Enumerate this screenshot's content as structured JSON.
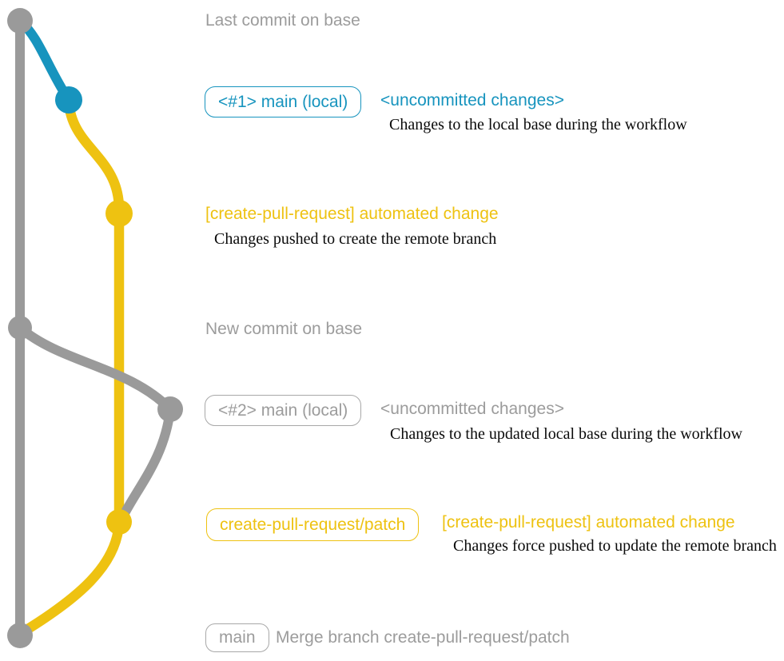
{
  "colors": {
    "base_gray": "#9a9a9a",
    "local_blue": "#1794be",
    "branch_yellow": "#eec211",
    "note_black": "#0a0a0a"
  },
  "rows": {
    "last_commit": {
      "title": "Last commit on base"
    },
    "main1": {
      "label": "<#1> main (local)",
      "status": "<uncommitted changes>",
      "note": "Changes to the local base during the workflow"
    },
    "push1": {
      "message": "[create-pull-request] automated change",
      "note": "Changes pushed to create the remote branch"
    },
    "new_commit": {
      "title": "New commit on base"
    },
    "main2": {
      "label": "<#2> main (local)",
      "status": "<uncommitted changes>",
      "note": "Changes to the updated local base during the workflow"
    },
    "patch": {
      "label": "create-pull-request/patch",
      "message": "[create-pull-request] automated change",
      "note": "Changes force pushed to update the remote branch"
    },
    "merge": {
      "label": "main",
      "message": "Merge branch create-pull-request/patch"
    }
  }
}
